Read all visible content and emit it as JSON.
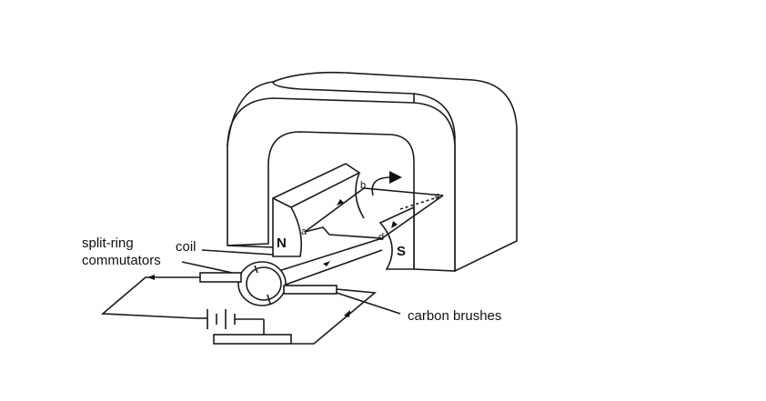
{
  "diagram": {
    "title_hidden": null,
    "labels": {
      "split_ring_line1": "split-ring",
      "split_ring_line2": "commutators",
      "coil": "coil",
      "carbon_brushes": "carbon brushes",
      "north": "N",
      "south": "S",
      "point_a": "a",
      "point_b": "b",
      "point_c": "c",
      "point_d": "d"
    }
  }
}
